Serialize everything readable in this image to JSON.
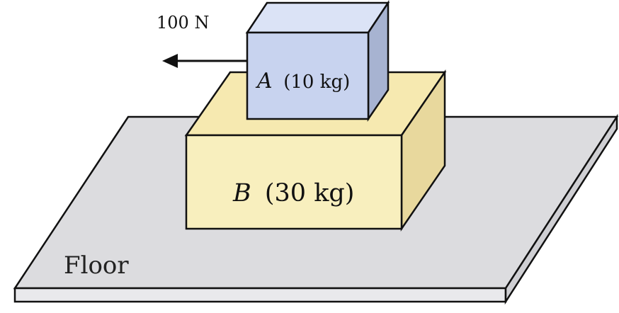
{
  "diagram": {
    "force_label": "100 N",
    "block_a": {
      "name": "A",
      "mass": "(10 kg)"
    },
    "block_b": {
      "name": "B",
      "mass": "(30 kg)"
    },
    "floor_label": "Floor"
  },
  "colors": {
    "floor_top": "#dcdcdf",
    "floor_side": "#e9e9ec",
    "block_a_front": "#c8d3ef",
    "block_a_top": "#dbe3f6",
    "block_a_side": "#a7b3d1",
    "block_b_front": "#f8efbe",
    "block_b_top": "#f6e9b0",
    "block_b_side": "#e8d89d",
    "outline": "#111111"
  }
}
